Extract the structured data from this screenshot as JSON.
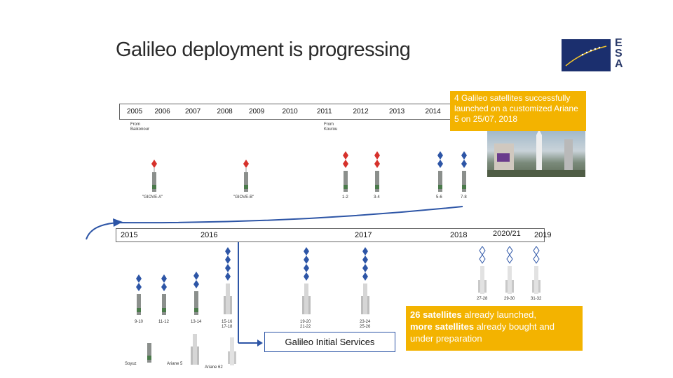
{
  "title": "Galileo deployment is progressing",
  "logo": {
    "letters": [
      "E",
      "S",
      "A"
    ]
  },
  "timeline_top": {
    "years": [
      "2005",
      "2006",
      "2007",
      "2008",
      "2009",
      "2010",
      "2011",
      "2012",
      "2013",
      "2014"
    ],
    "notes": [
      {
        "text": "From\nBaikonour"
      },
      {
        "text": "From\nKourou"
      }
    ],
    "launches": [
      {
        "label": "\"GIOVE-A\"",
        "payload": "red"
      },
      {
        "label": "\"GIOVE-B\"",
        "payload": "red"
      },
      {
        "label": "1-2",
        "payload": "red"
      },
      {
        "label": "3-4",
        "payload": "red"
      },
      {
        "label": "5-6",
        "payload": "blue"
      },
      {
        "label": "7-8",
        "payload": "blue"
      }
    ]
  },
  "callout_top": "4 Galileo satellites successfully launched on a customized Ariane 5 on 25/07, 2018",
  "timeline_bottom": {
    "years": [
      "2015",
      "2016",
      "2017",
      "2018",
      "2019",
      "2020/21"
    ],
    "launches": [
      {
        "label": "9-10"
      },
      {
        "label": "11-12"
      },
      {
        "label": "13-14"
      },
      {
        "label": "15-16\n17-18"
      },
      {
        "label": "19-20\n21-22"
      },
      {
        "label": "23-24\n25-26"
      },
      {
        "label": "27-28"
      },
      {
        "label": "29-30"
      },
      {
        "label": "31-32"
      }
    ],
    "legend": [
      "Soyuz",
      "Ariane 5",
      "Ariane 62"
    ]
  },
  "services_label": "Galileo Initial Services",
  "callout_bottom": {
    "line1_bold": "26 satellites",
    "line1_rest": " already launched,",
    "line2_bold": "more satellites",
    "line2_rest": " already bought and",
    "line3": "under preparation"
  },
  "colors": {
    "callout": "#f3b300",
    "sat_blue": "#2d55a6",
    "sat_red": "#d6312b",
    "accent_line": "#2d55a6"
  }
}
